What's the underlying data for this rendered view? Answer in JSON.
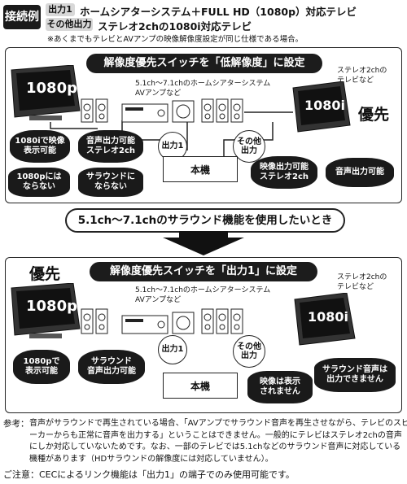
{
  "header": {
    "tag": "接続例",
    "output1_label": "出力1",
    "output1_text": "ホームシアターシステム＋FULL HD（1080p）対応テレビ",
    "other_label": "その他出力",
    "other_text": "ステレオ2chの1080i対応テレビ",
    "note": "※あくまでもテレビとAVアンプの映像解像度設定が同じ仕様である場合。"
  },
  "top": {
    "title": "解像度優先スイッチを「低解像度」に設定",
    "left_tv_screen": "1080p",
    "right_tv_screen": "1080i",
    "system_caption_line1": "5.1ch〜7.1chのホームシアターシステム",
    "system_caption_line2": "AVアンプなど",
    "right_tv_caption_line1": "ステレオ2chの",
    "right_tv_caption_line2": "テレビなど",
    "priority": "優先",
    "output1": "出力1",
    "other_output": "その他\n出力",
    "device": "本機",
    "bubble_left_1": "1080iで映像\n表示可能",
    "bubble_left_2": "音声出力可能\nステレオ2ch",
    "bubble_left_3": "1080pには\nならない",
    "bubble_left_4": "サラウンドに\nならない",
    "bubble_right_1": "映像出力可能\nステレオ2ch",
    "bubble_right_2": "音声出力可能"
  },
  "middle": {
    "banner": "5.1ch〜7.1chのサラウンド機能を使用したいとき"
  },
  "bottom": {
    "title": "解像度優先スイッチを「出力1」に設定",
    "left_tv_screen": "1080p",
    "right_tv_screen": "1080i",
    "system_caption_line1": "5.1ch〜7.1chのホームシアターシステム",
    "system_caption_line2": "AVアンプなど",
    "right_tv_caption_line1": "ステレオ2chの",
    "right_tv_caption_line2": "テレビなど",
    "priority": "優先",
    "output1": "出力1",
    "other_output": "その他\n出力",
    "device": "本機",
    "bubble_left_1": "1080pで\n表示可能",
    "bubble_left_2": "サラウンド\n音声出力可能",
    "bubble_right_1": "映像は表示\nされません",
    "bubble_right_2": "サラウンド音声は\n出力できません"
  },
  "footer": {
    "ref_label": "参考：",
    "ref_line1": "音声がサラウンドで再生されている場合、「AVアンプでサラウンド音声を再生させながら、テレビのスピ",
    "ref_line2": "ーカーからも正常に音声を出力する」ということはできません。一般的にテレビはステレオ2chの音声",
    "ref_line3": "にしか対応していないためです。なお、一部のテレビでは5.1chなどのサラウンド音声に対応している",
    "ref_line4": "機種があります（HDサラウンドの解像度には対応していません）。",
    "caution": "ご注意：CECによるリンク機能は「出力1」の端子でのみ使用可能です。"
  }
}
